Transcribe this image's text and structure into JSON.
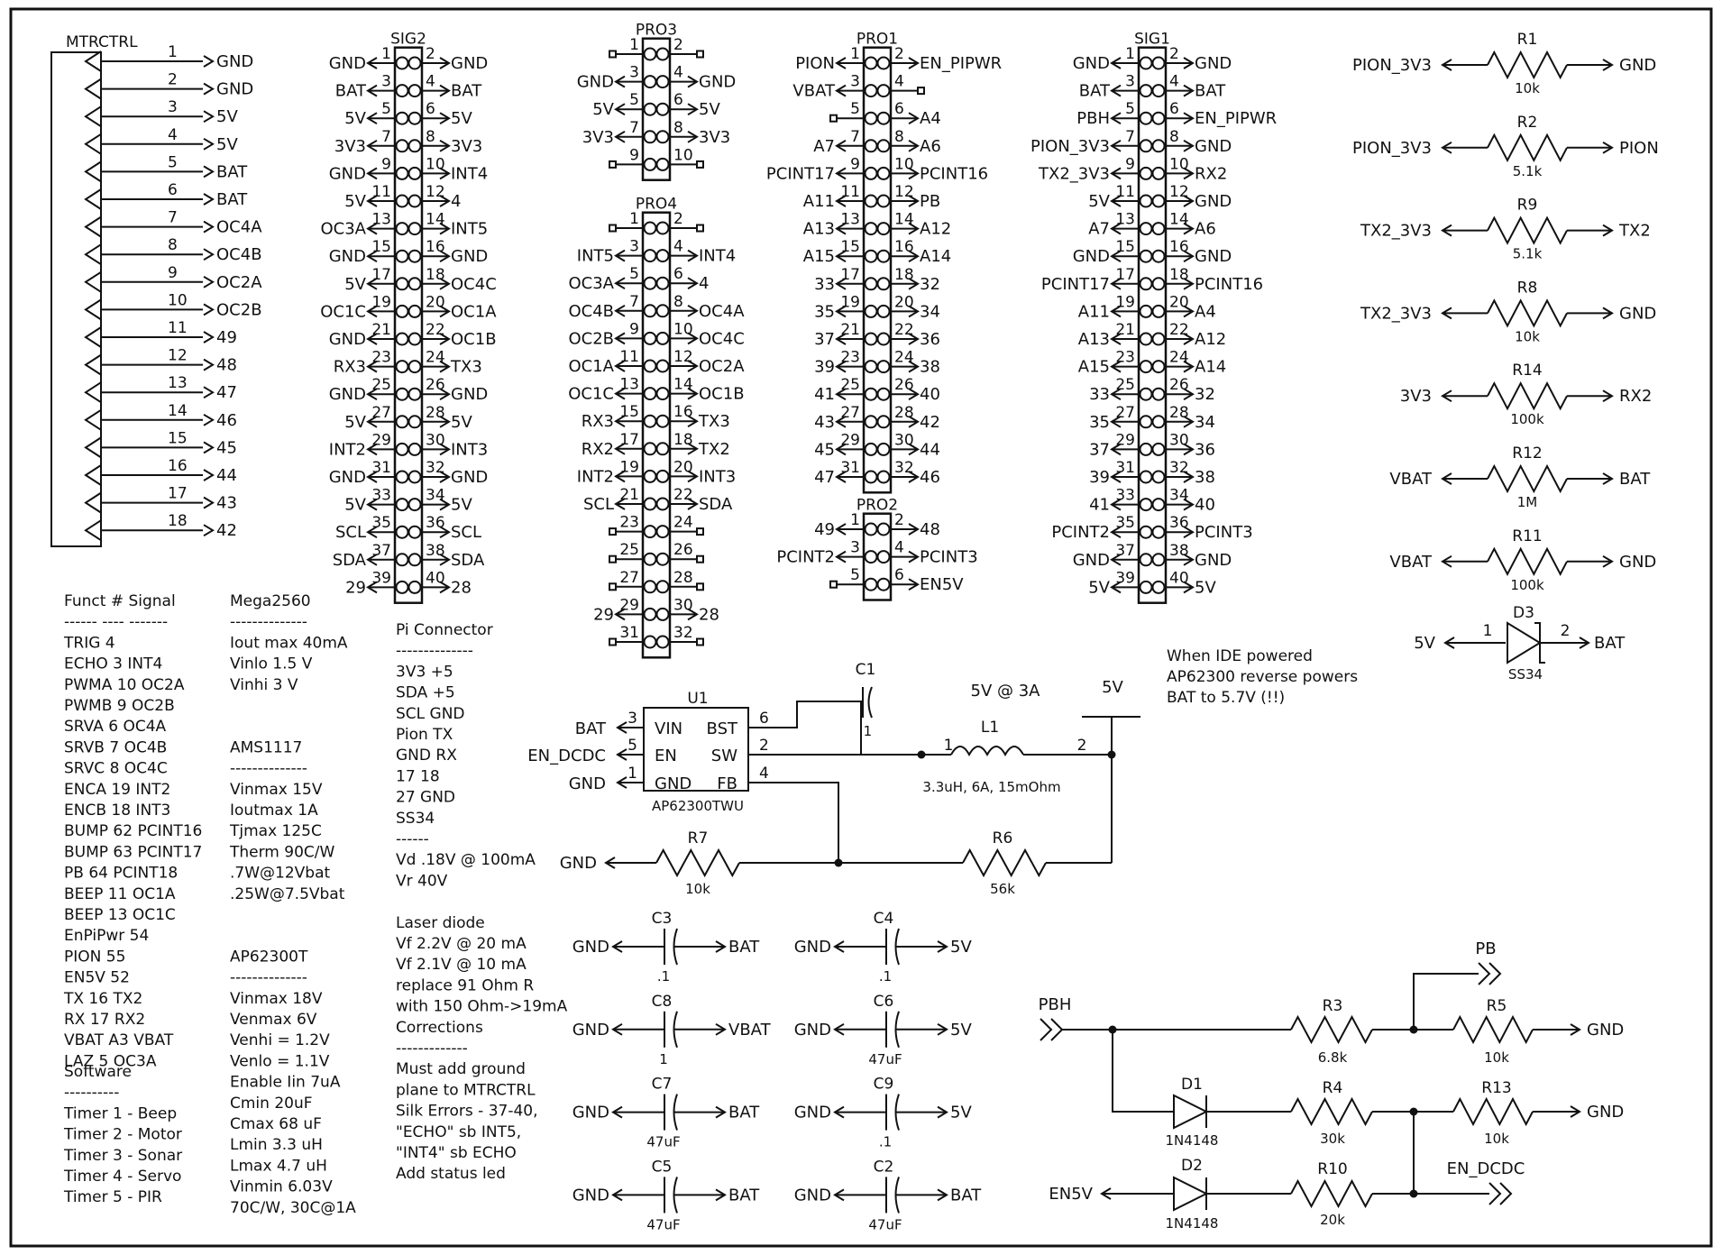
{
  "colors": {
    "ink": "#111111",
    "paper": "#ffffff"
  },
  "mtrctrl": {
    "ref": "MTRCTRL",
    "pins": [
      "GND",
      "GND",
      "5V",
      "5V",
      "BAT",
      "BAT",
      "OC4A",
      "OC4B",
      "OC2A",
      "OC2B",
      "49",
      "48",
      "47",
      "46",
      "45",
      "44",
      "43",
      "42"
    ]
  },
  "sig2": {
    "ref": "SIG2",
    "left": [
      "GND",
      "BAT",
      "5V",
      "3V3",
      "GND",
      "5V",
      "OC3A",
      "GND",
      "5V",
      "OC1C",
      "GND",
      "RX3",
      "GND",
      "5V",
      "INT2",
      "GND",
      "5V",
      "SCL",
      "SDA",
      "29"
    ],
    "right": [
      "GND",
      "BAT",
      "5V",
      "3V3",
      "INT4",
      "4",
      "INT5",
      "GND",
      "OC4C",
      "OC1A",
      "OC1B",
      "TX3",
      "GND",
      "5V",
      "INT3",
      "GND",
      "5V",
      "SCL",
      "SDA",
      "28"
    ]
  },
  "pro3": {
    "ref": "PRO3",
    "left": [
      "",
      "GND",
      "5V",
      "3V3",
      ""
    ],
    "right": [
      "",
      "GND",
      "5V",
      "3V3",
      ""
    ]
  },
  "pro4": {
    "ref": "PRO4",
    "left": [
      "",
      "INT5",
      "OC3A",
      "OC4B",
      "OC2B",
      "OC1A",
      "OC1C",
      "RX3",
      "RX2",
      "INT2",
      "SCL",
      "",
      "",
      "",
      "29",
      ""
    ],
    "right": [
      "",
      "INT4",
      "4",
      "OC4A",
      "OC4C",
      "OC2A",
      "OC1B",
      "TX3",
      "TX2",
      "INT3",
      "SDA",
      "",
      "",
      "",
      "28",
      ""
    ]
  },
  "pro1": {
    "ref": "PRO1",
    "left": [
      "PION",
      "VBAT",
      "",
      "A7",
      "PCINT17",
      "A11",
      "A13",
      "A15",
      "33",
      "35",
      "37",
      "39",
      "41",
      "43",
      "45",
      "47"
    ],
    "right": [
      "EN_PIPWR",
      "",
      "A4",
      "A6",
      "PCINT16",
      "PB",
      "A12",
      "A14",
      "32",
      "34",
      "36",
      "38",
      "40",
      "42",
      "44",
      "46"
    ]
  },
  "pro2": {
    "ref": "PRO2",
    "left": [
      "49",
      "PCINT2",
      ""
    ],
    "right": [
      "48",
      "PCINT3",
      "EN5V"
    ]
  },
  "sig1": {
    "ref": "SIG1",
    "left": [
      "GND",
      "BAT",
      "PBH",
      "PION_3V3",
      "TX2_3V3",
      "5V",
      "A7",
      "GND",
      "PCINT17",
      "A11",
      "A13",
      "A15",
      "33",
      "35",
      "37",
      "39",
      "41",
      "PCINT2",
      "GND",
      "5V"
    ],
    "right": [
      "GND",
      "BAT",
      "EN_PIPWR",
      "GND",
      "RX2",
      "GND",
      "A6",
      "GND",
      "PCINT16",
      "A4",
      "A12",
      "A14",
      "32",
      "34",
      "36",
      "38",
      "40",
      "PCINT3",
      "GND",
      "5V"
    ]
  },
  "resistors": [
    {
      "ref": "R1",
      "value": "10k",
      "left": "PION_3V3",
      "right": "GND"
    },
    {
      "ref": "R2",
      "value": "5.1k",
      "left": "PION_3V3",
      "right": "PION"
    },
    {
      "ref": "R9",
      "value": "5.1k",
      "left": "TX2_3V3",
      "right": "TX2"
    },
    {
      "ref": "R8",
      "value": "10k",
      "left": "TX2_3V3",
      "right": "GND"
    },
    {
      "ref": "R14",
      "value": "100k",
      "left": "3V3",
      "right": "RX2"
    },
    {
      "ref": "R12",
      "value": "1M",
      "left": "VBAT",
      "right": "BAT"
    },
    {
      "ref": "R11",
      "value": "100k",
      "left": "VBAT",
      "right": "GND"
    }
  ],
  "d3": {
    "ref": "D3",
    "value": "SS34",
    "left": "5V",
    "right": "BAT",
    "pin1": "1",
    "pin2": "2"
  },
  "ide_note": [
    "When IDE powered",
    "AP62300 reverse powers",
    "BAT to 5.7V (!!)"
  ],
  "u1": {
    "ref": "U1",
    "part": "AP62300TWU",
    "pins_left": [
      "VIN",
      "EN",
      "GND"
    ],
    "pins_right": [
      "BST",
      "SW",
      "FB"
    ],
    "nums_left": [
      "3",
      "5",
      "1"
    ],
    "nums_right": [
      "6",
      "2",
      "4"
    ],
    "nets_left": [
      "BAT",
      "EN_DCDC",
      "GND"
    ]
  },
  "buck": {
    "title": "5V @ 3A",
    "out": "5V",
    "c1": {
      "ref": "C1",
      "value": ".1"
    },
    "l1": {
      "ref": "L1",
      "value": "3.3uH, 6A, 15mOhm",
      "pin1": "1",
      "pin2": "2"
    },
    "r7": {
      "ref": "R7",
      "value": "10k",
      "net": "GND"
    },
    "r6": {
      "ref": "R6",
      "value": "56k"
    }
  },
  "caps": [
    {
      "ref": "C3",
      "value": ".1",
      "left": "GND",
      "right": "BAT"
    },
    {
      "ref": "C4",
      "value": ".1",
      "left": "GND",
      "right": "5V"
    },
    {
      "ref": "C8",
      "value": "1",
      "left": "GND",
      "right": "VBAT"
    },
    {
      "ref": "C6",
      "value": "47uF",
      "left": "GND",
      "right": "5V"
    },
    {
      "ref": "C7",
      "value": "47uF",
      "left": "GND",
      "right": "BAT"
    },
    {
      "ref": "C9",
      "value": ".1",
      "left": "GND",
      "right": "5V"
    },
    {
      "ref": "C5",
      "value": "47uF",
      "left": "GND",
      "right": "BAT"
    },
    {
      "ref": "C2",
      "value": "47uF",
      "left": "GND",
      "right": "BAT"
    }
  ],
  "pb_circuit": {
    "pbh": "PBH",
    "pb": "PB",
    "gnd": "GND",
    "en5v": "EN5V",
    "en_dcdc": "EN_DCDC",
    "r3": {
      "ref": "R3",
      "value": "6.8k"
    },
    "r5": {
      "ref": "R5",
      "value": "10k"
    },
    "r4": {
      "ref": "R4",
      "value": "30k"
    },
    "r13": {
      "ref": "R13",
      "value": "10k"
    },
    "r10": {
      "ref": "R10",
      "value": "20k"
    },
    "d1": {
      "ref": "D1",
      "value": "1N4148"
    },
    "d2": {
      "ref": "D2",
      "value": "1N4148"
    }
  },
  "notes_funct": [
    "Funct    #     Signal",
    "------   ----  -------",
    "TRIG   4",
    "ECHO  3      INT4",
    "PWMA  10    OC2A",
    "PWMB  9     OC2B",
    "SRVA   6      OC4A",
    "SRVB   7      OC4B",
    "SRVC   8      OC4C",
    "ENCA   19    INT2",
    "ENCB   18    INT3",
    "BUMP  62    PCINT16",
    "BUMP  63    PCINT17",
    "PB       64    PCINT18",
    "BEEP   11    OC1A",
    "BEEP   13    OC1C",
    "EnPiPwr  54",
    "PION   55",
    "EN5V   52",
    "TX       16     TX2",
    "RX       17     RX2",
    "VBAT   A3     VBAT",
    "LAZ     5      OC3A"
  ],
  "notes_software": [
    "Software",
    "----------",
    "Timer 1 - Beep",
    "Timer 2 - Motor",
    "Timer 3 - Sonar",
    "Timer 4 - Servo",
    "Timer 5 - PIR"
  ],
  "notes_mega": [
    "Mega2560",
    "--------------",
    "Iout max 40mA",
    "Vinlo        1.5 V",
    "Vinhi         3 V",
    "",
    "",
    "AMS1117",
    "--------------",
    "Vinmax 15V",
    "Ioutmax  1A",
    "Tjmax  125C",
    "Therm 90C/W",
    ".7W@12Vbat",
    ".25W@7.5Vbat",
    "",
    "",
    "AP62300T",
    "--------------",
    "Vinmax 18V",
    "Venmax 6V",
    "Venhi = 1.2V",
    "Venlo = 1.1V",
    "Enable Iin 7uA",
    "Cmin 20uF",
    "Cmax 68 uF",
    "Lmin 3.3 uH",
    "Lmax 4.7 uH",
    "Vinmin 6.03V",
    "70C/W, 30C@1A"
  ],
  "notes_pi": [
    "Pi Connector",
    "--------------",
    "3V3     +5",
    "SDA     +5",
    "SCL     GND",
    "Pion    TX",
    "GND     RX",
    "17        18",
    "27        GND",
    "SS34",
    "------",
    "Vd .18V @ 100mA",
    "Vr 40V",
    "",
    "Laser diode",
    "Vf 2.2V @ 20 mA",
    "Vf 2.1V @ 10 mA",
    "replace 91 Ohm R",
    "with 150 Ohm->19mA",
    "Corrections",
    "-------------",
    "Must add ground",
    "plane to MTRCTRL",
    "Silk Errors - 37-40,",
    "\"ECHO\" sb INT5,",
    "\"INT4\" sb ECHO",
    "Add status led"
  ]
}
